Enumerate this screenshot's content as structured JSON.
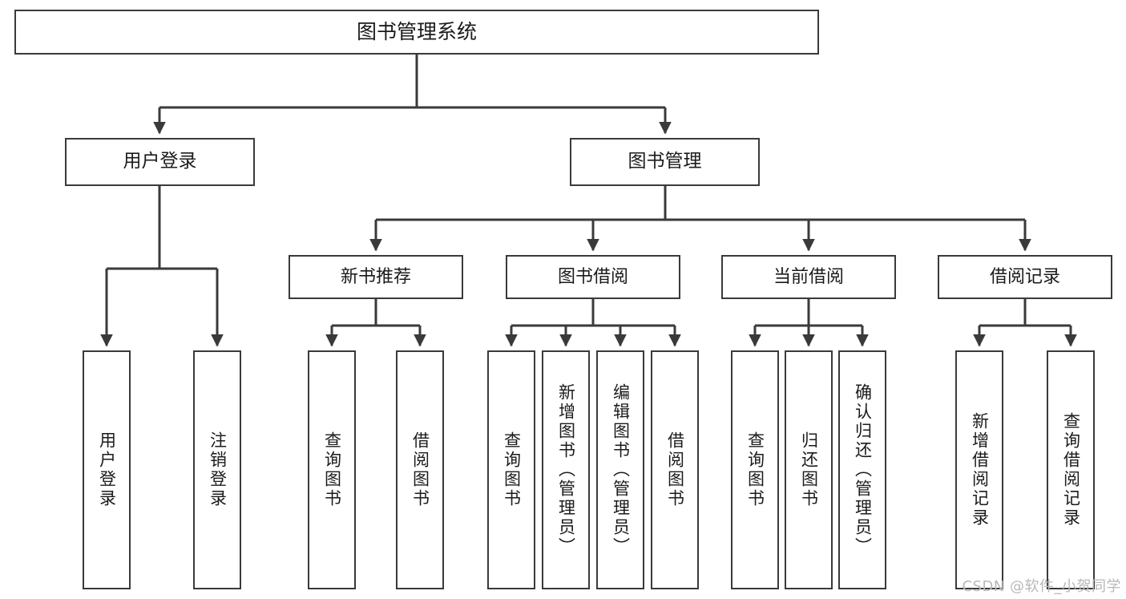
{
  "diagram": {
    "title": "图书管理系统",
    "type": "tree-hierarchy",
    "watermark": "CSDN @软件_小贺同学",
    "style": {
      "background": "#ffffff",
      "box_border": "#3a3a3a",
      "box_fill": "#ffffff",
      "connector": "#3a3a3a",
      "text": "#1b1b1b",
      "watermark_color": "#b8b8b8"
    },
    "nodes": {
      "root": {
        "label": "图书管理系统"
      },
      "level1": [
        {
          "label": "用户登录"
        },
        {
          "label": "图书管理"
        }
      ],
      "level2": [
        {
          "label": "新书推荐"
        },
        {
          "label": "图书借阅"
        },
        {
          "label": "当前借阅"
        },
        {
          "label": "借阅记录"
        }
      ],
      "leaves_user_login": [
        {
          "label": "用户登录"
        },
        {
          "label": "注销登录"
        }
      ],
      "leaves_new_book": [
        {
          "label": "查询图书"
        },
        {
          "label": "借阅图书"
        }
      ],
      "leaves_borrow": [
        {
          "label": "查询图书"
        },
        {
          "label": "新增图书（管理员）"
        },
        {
          "label": "编辑图书（管理员）"
        },
        {
          "label": "借阅图书"
        }
      ],
      "leaves_current": [
        {
          "label": "查询图书"
        },
        {
          "label": "归还图书"
        },
        {
          "label": "确认归还（管理员）"
        }
      ],
      "leaves_records": [
        {
          "label": "新增借阅记录"
        },
        {
          "label": "查询借阅记录"
        }
      ]
    }
  }
}
